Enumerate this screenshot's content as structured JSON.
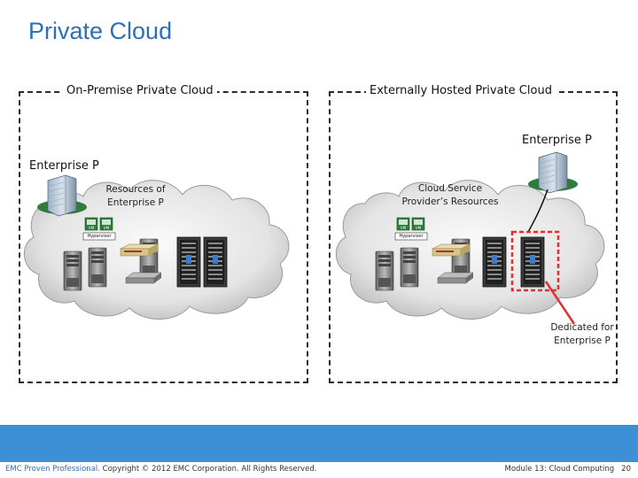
{
  "slide": {
    "title": "Private Cloud"
  },
  "left_panel": {
    "title": "On-Premise Private Cloud",
    "enterprise_label": "Enterprise P",
    "resources_label_line1": "Resources of",
    "resources_label_line2": "Enterprise P",
    "vm_label": "VM",
    "hypervisor_label": "Hypervisor"
  },
  "right_panel": {
    "title": "Externally Hosted Private Cloud",
    "enterprise_label": "Enterprise P",
    "resources_label_line1": "Cloud Service",
    "resources_label_line2": "Provider’s Resources",
    "vm_label": "VM",
    "hypervisor_label": "Hypervisor",
    "dedicated_line1": "Dedicated for",
    "dedicated_line2": "Enterprise P"
  },
  "footer": {
    "brand": "EMC Proven Professional.",
    "copyright": " Copyright © 2012 EMC Corporation. All Rights Reserved.",
    "module": "Module 13: Cloud Computing",
    "page": "20"
  },
  "colors": {
    "title": "#2e6fb7",
    "footer_bar": "#3d8fd6",
    "dedicated_box": "#e03030",
    "cloud_fill": "#dcdcdc"
  }
}
